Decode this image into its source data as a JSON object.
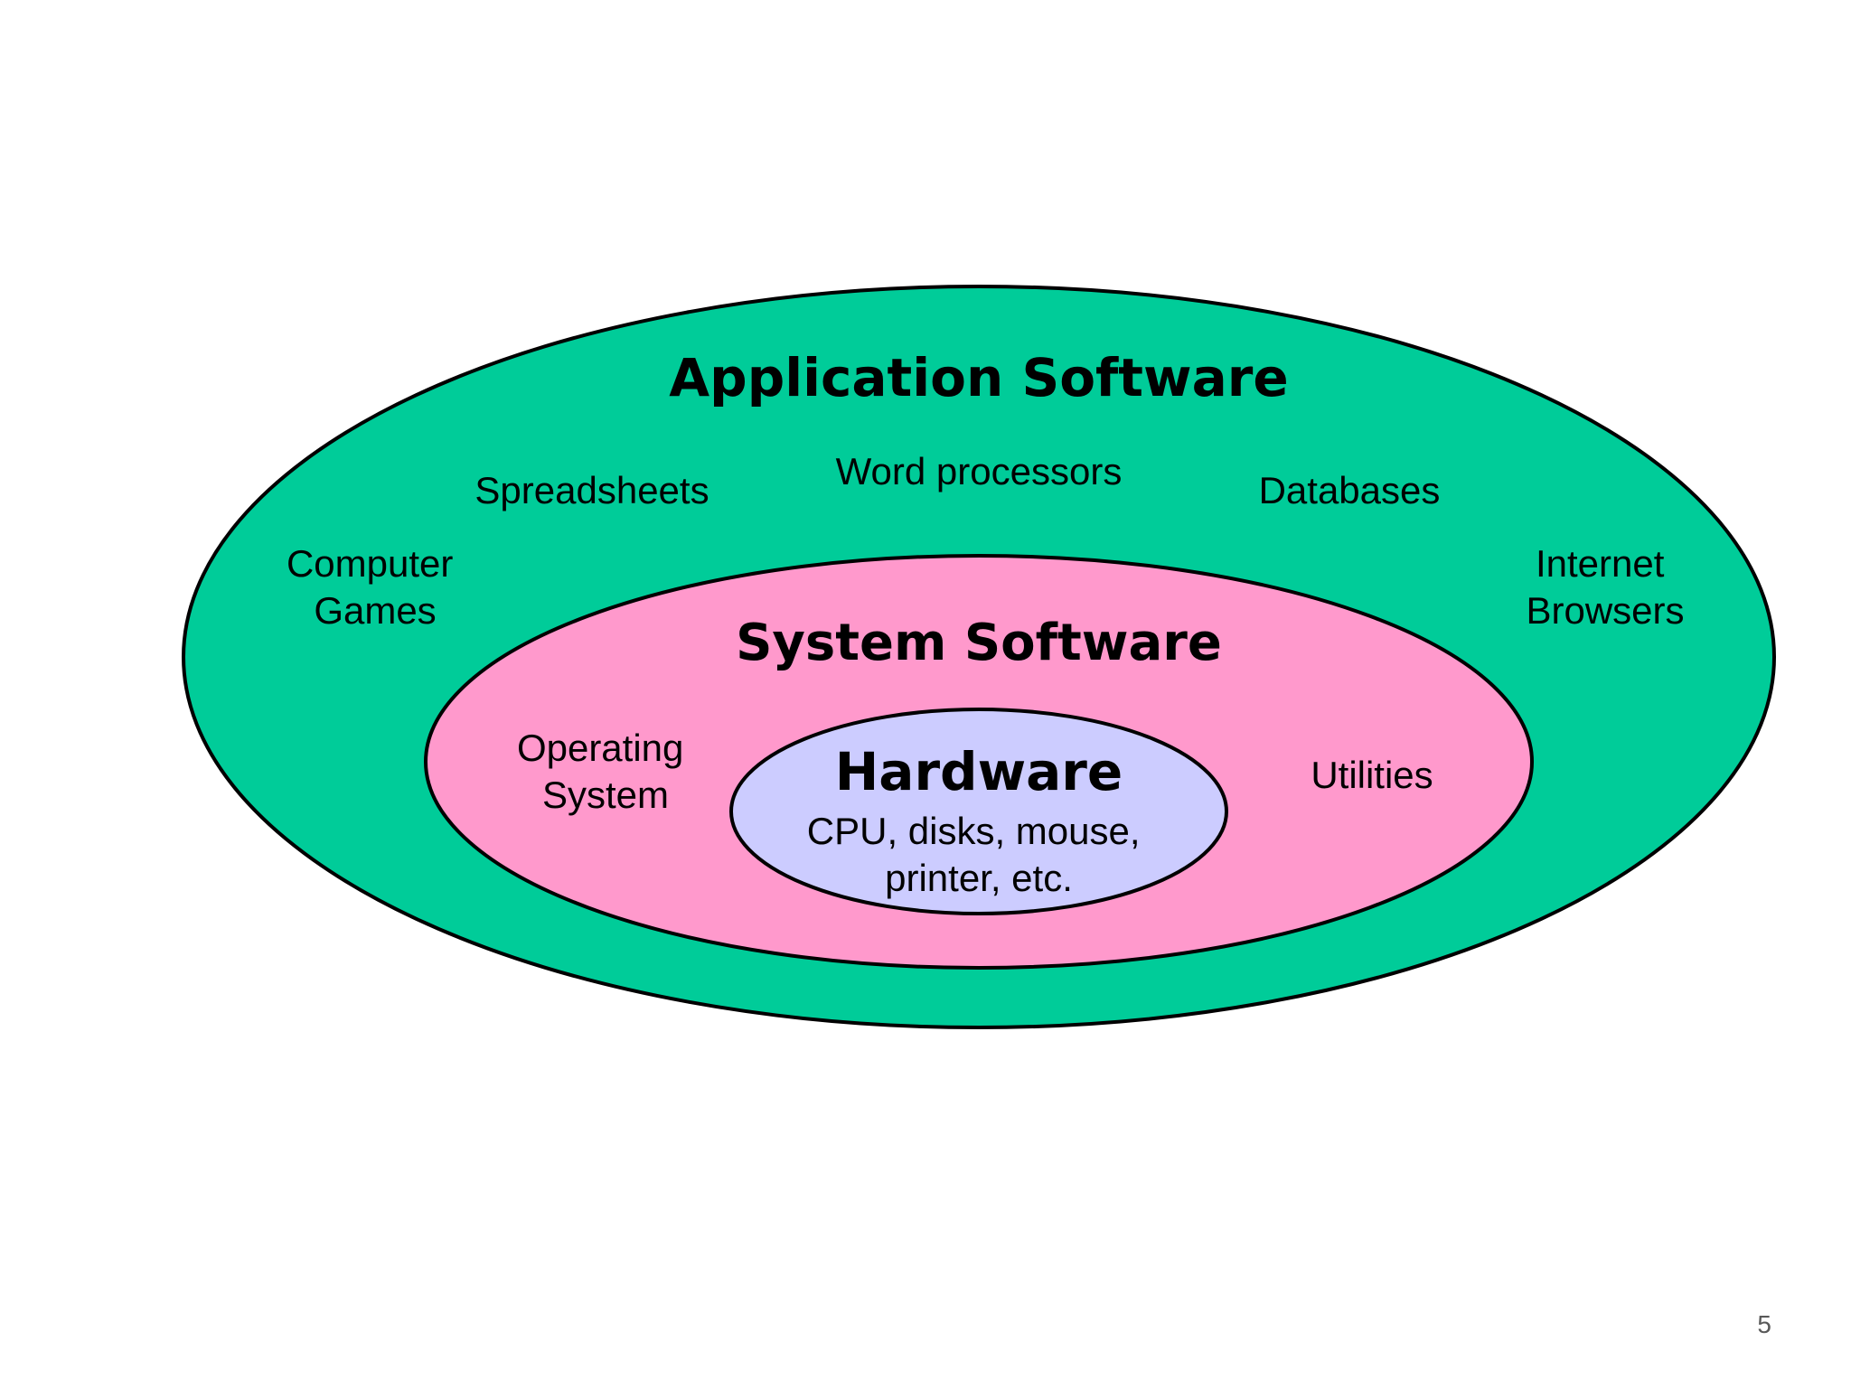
{
  "colors": {
    "application_layer": "#00CC99",
    "system_layer": "#FF99CC",
    "hardware_layer": "#CCCCFF",
    "outline": "#000000",
    "page_number": "#595959"
  },
  "application_software": {
    "title": "Application Software",
    "items": {
      "spreadsheets": "Spreadsheets",
      "word_processors": "Word processors",
      "databases": "Databases",
      "computer_games": [
        "Computer",
        "Games"
      ],
      "internet_browsers": [
        "Internet",
        "Browsers"
      ]
    }
  },
  "system_software": {
    "title": "System Software",
    "items": {
      "operating_system": [
        "Operating",
        "System"
      ],
      "utilities": "Utilities"
    }
  },
  "hardware": {
    "title": "Hardware",
    "examples": [
      "CPU, disks, mouse,",
      "printer, etc."
    ]
  },
  "page_number": "5"
}
